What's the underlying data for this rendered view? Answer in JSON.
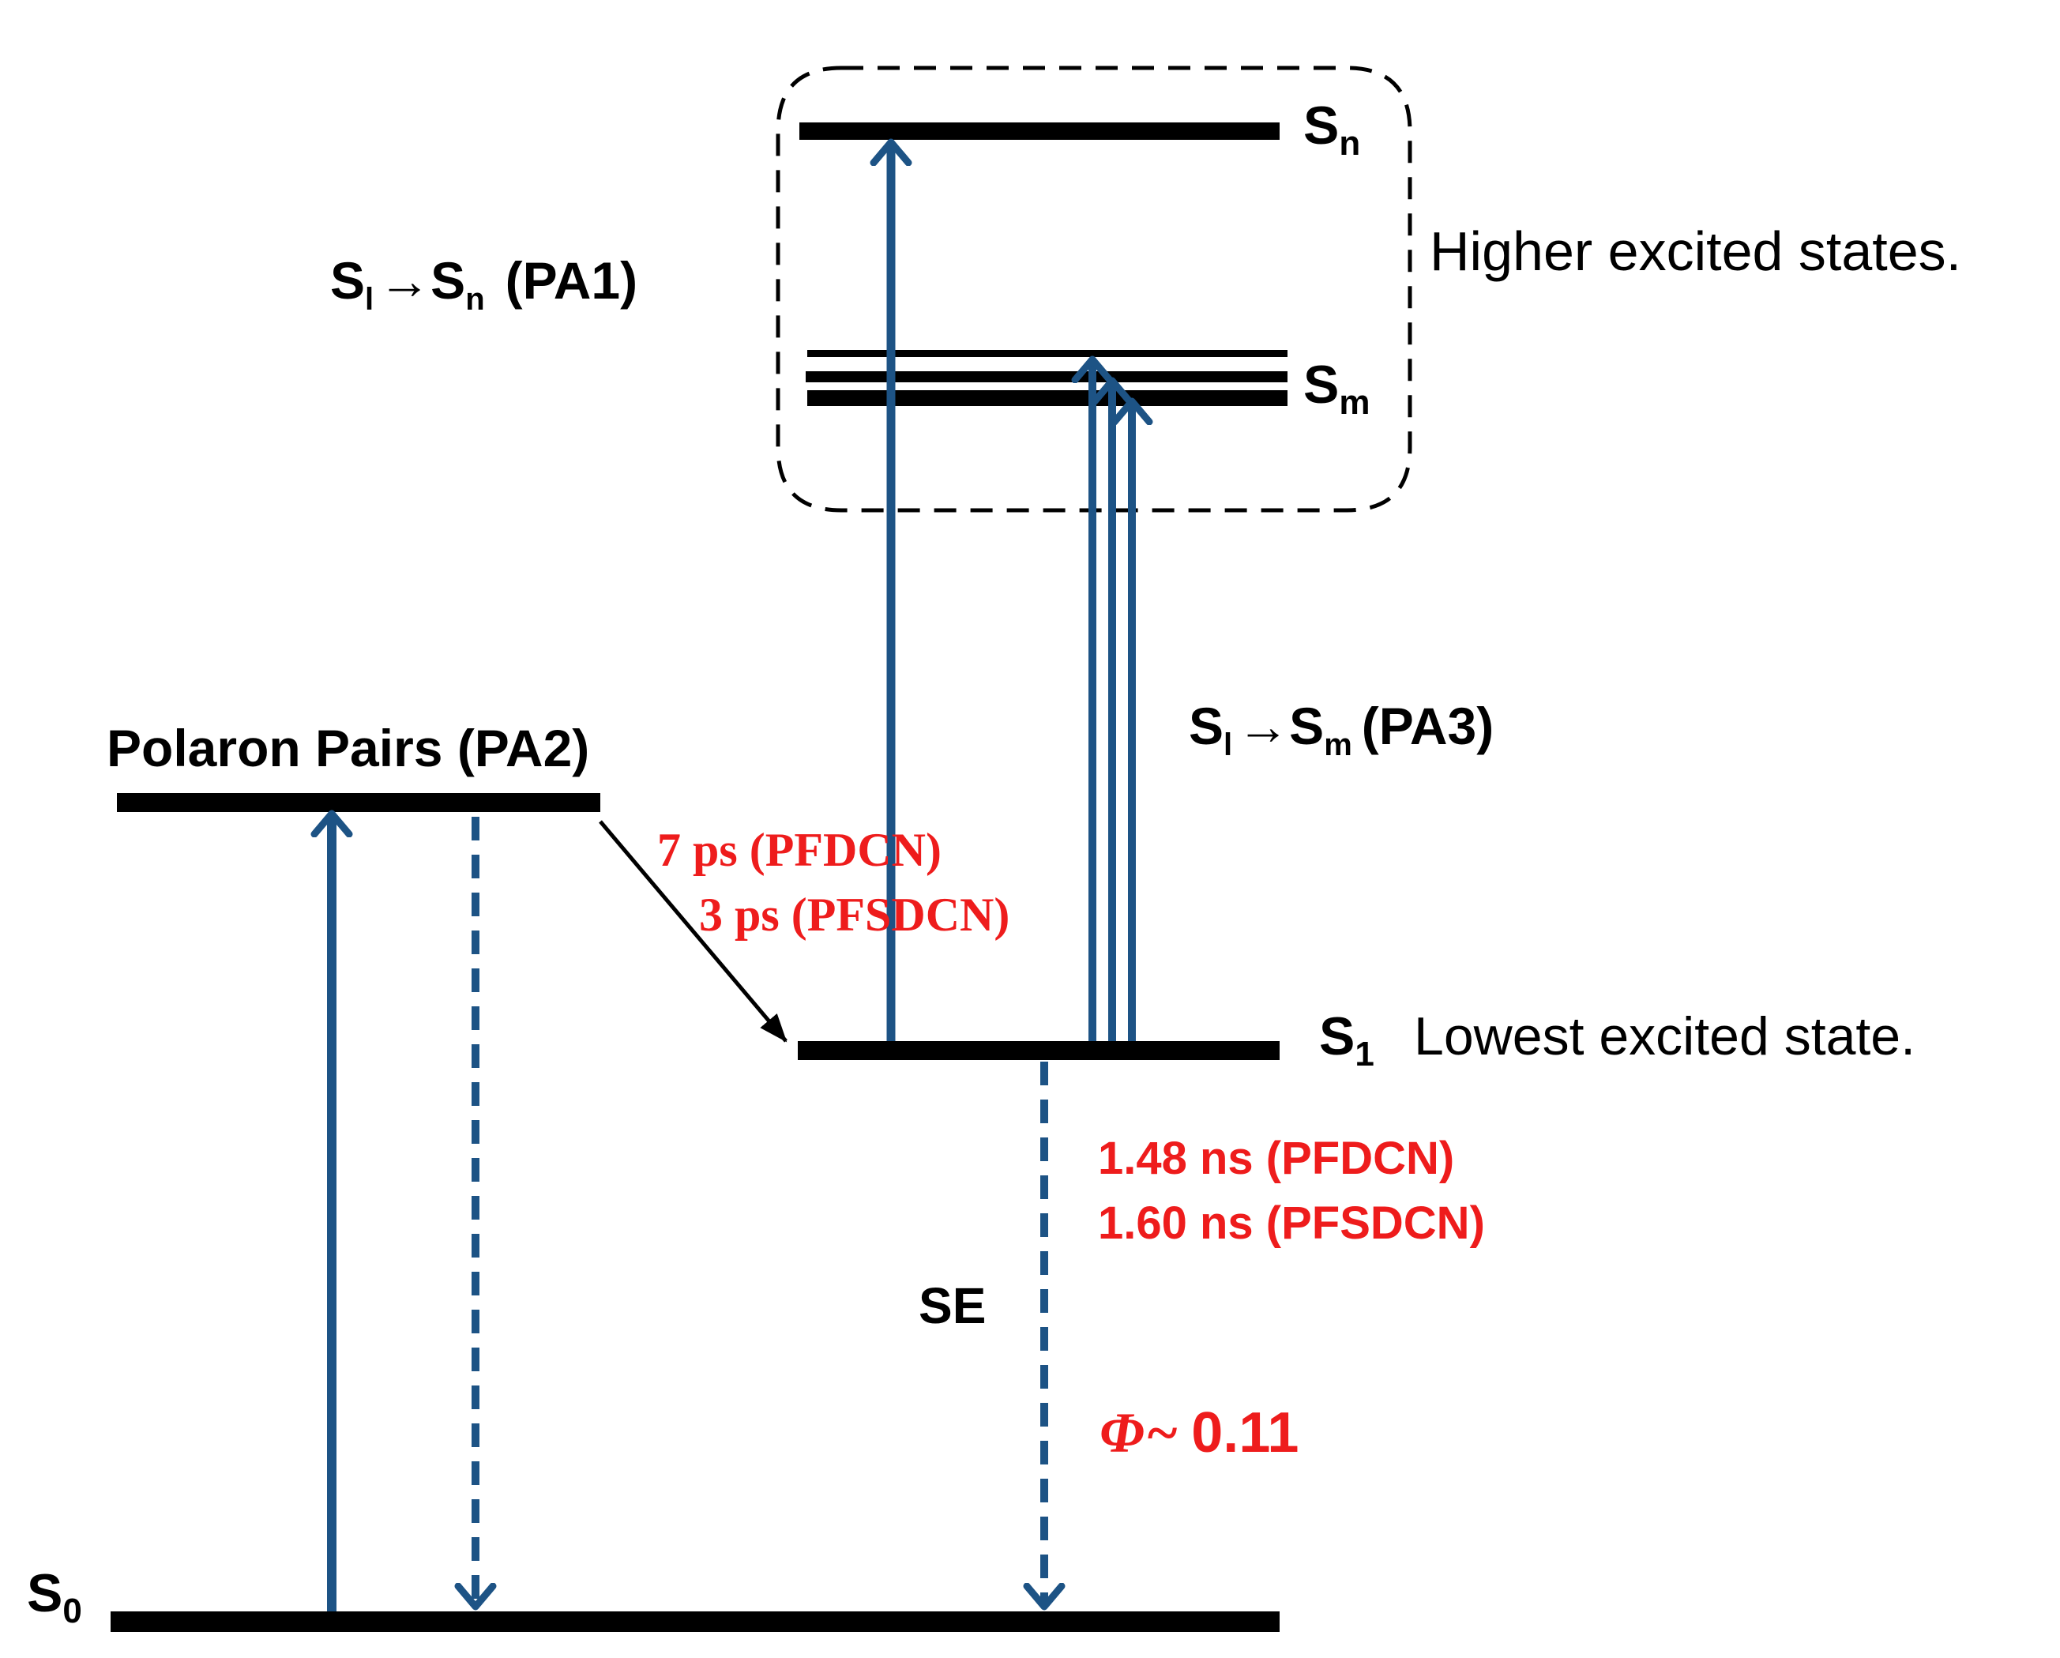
{
  "colors": {
    "level": "#000000",
    "transition": "#1d5385",
    "timescale": "#ee1c1c",
    "text": "#000000"
  },
  "levels": {
    "s0": {
      "name": "S",
      "sub": "0"
    },
    "s1": {
      "name": "S",
      "sub": "1",
      "desc": "Lowest excited state."
    },
    "sm": {
      "name": "S",
      "sub": "m"
    },
    "sn": {
      "name": "S",
      "sub": "n"
    },
    "polaron": {
      "label": "Polaron Pairs (PA2)"
    }
  },
  "box": {
    "label": "Higher excited states."
  },
  "transitions": {
    "pa1": {
      "from": "S",
      "from_sub": "l",
      "arrow": "→",
      "to": "S",
      "to_sub": "n",
      "suffix": "(PA1)"
    },
    "pa3": {
      "from": "S",
      "from_sub": "l",
      "arrow": "→",
      "to": "S",
      "to_sub": "m",
      "suffix": "(PA3)"
    },
    "se": {
      "label": "SE"
    }
  },
  "timescales": {
    "transfer": [
      "7 ps (PFDCN)",
      "3 ps (PFSDCN)"
    ],
    "emission": [
      "1.48 ns (PFDCN)",
      "1.60 ns (PFSDCN)"
    ]
  },
  "quantum_yield": {
    "symbol": "Φ",
    "tilde": "~",
    "value": "0.11"
  }
}
